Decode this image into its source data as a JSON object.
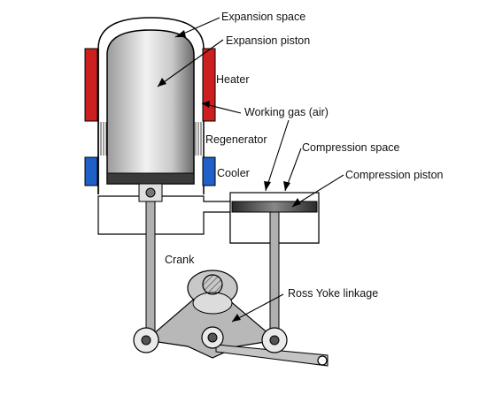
{
  "labels": {
    "expansion_space": "Expansion space",
    "expansion_piston": "Expansion piston",
    "heater": "Heater",
    "working_gas": "Working gas (air)",
    "regenerator": "Regenerator",
    "compression_space": "Compression space",
    "cooler": "Cooler",
    "compression_piston": "Compression piston",
    "crank": "Crank",
    "ross_yoke": "Ross Yoke linkage"
  },
  "colors": {
    "heater": "#cc1f1f",
    "cooler": "#1f5fc8",
    "yoke": "#b8b8b8",
    "piston_light": "#e8e8e8",
    "piston_dark": "#6a6a6a",
    "outline": "#000000"
  }
}
